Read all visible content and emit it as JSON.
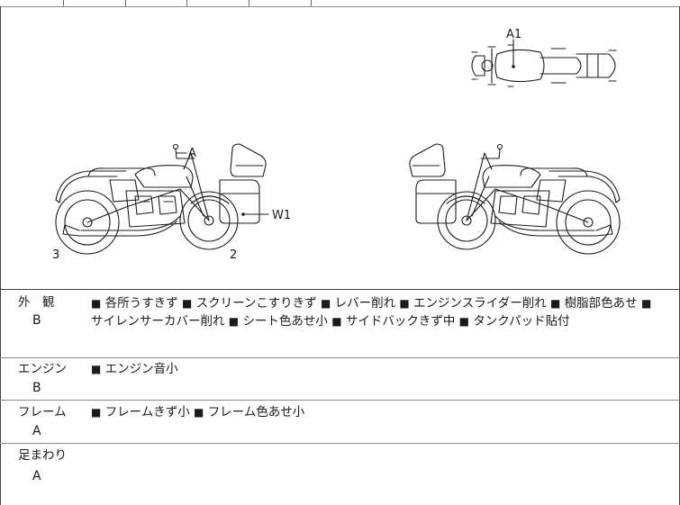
{
  "diagram": {
    "labels": {
      "a": "A",
      "a1": "A1",
      "w1": "W1",
      "n3": "3",
      "n2": "2"
    }
  },
  "rows": [
    {
      "category": "外　観",
      "grade": "B",
      "notes": [
        "各所うすきず",
        "スクリーンこすりきず",
        "レバー削れ",
        "エンジンスライダー削れ",
        "樹脂部色あせ",
        "サイレンサーカバー削れ",
        "シート色あせ小",
        "サイドバックきず中",
        "タンクパッド貼付"
      ]
    },
    {
      "category": "エンジン",
      "grade": "B",
      "notes": [
        "エンジン音小"
      ]
    },
    {
      "category": "フレーム",
      "grade": "A",
      "notes": [
        "フレームきず小",
        "フレーム色あせ小"
      ]
    },
    {
      "category": "足まわり",
      "grade": "A",
      "notes": []
    }
  ],
  "bullet": "■"
}
